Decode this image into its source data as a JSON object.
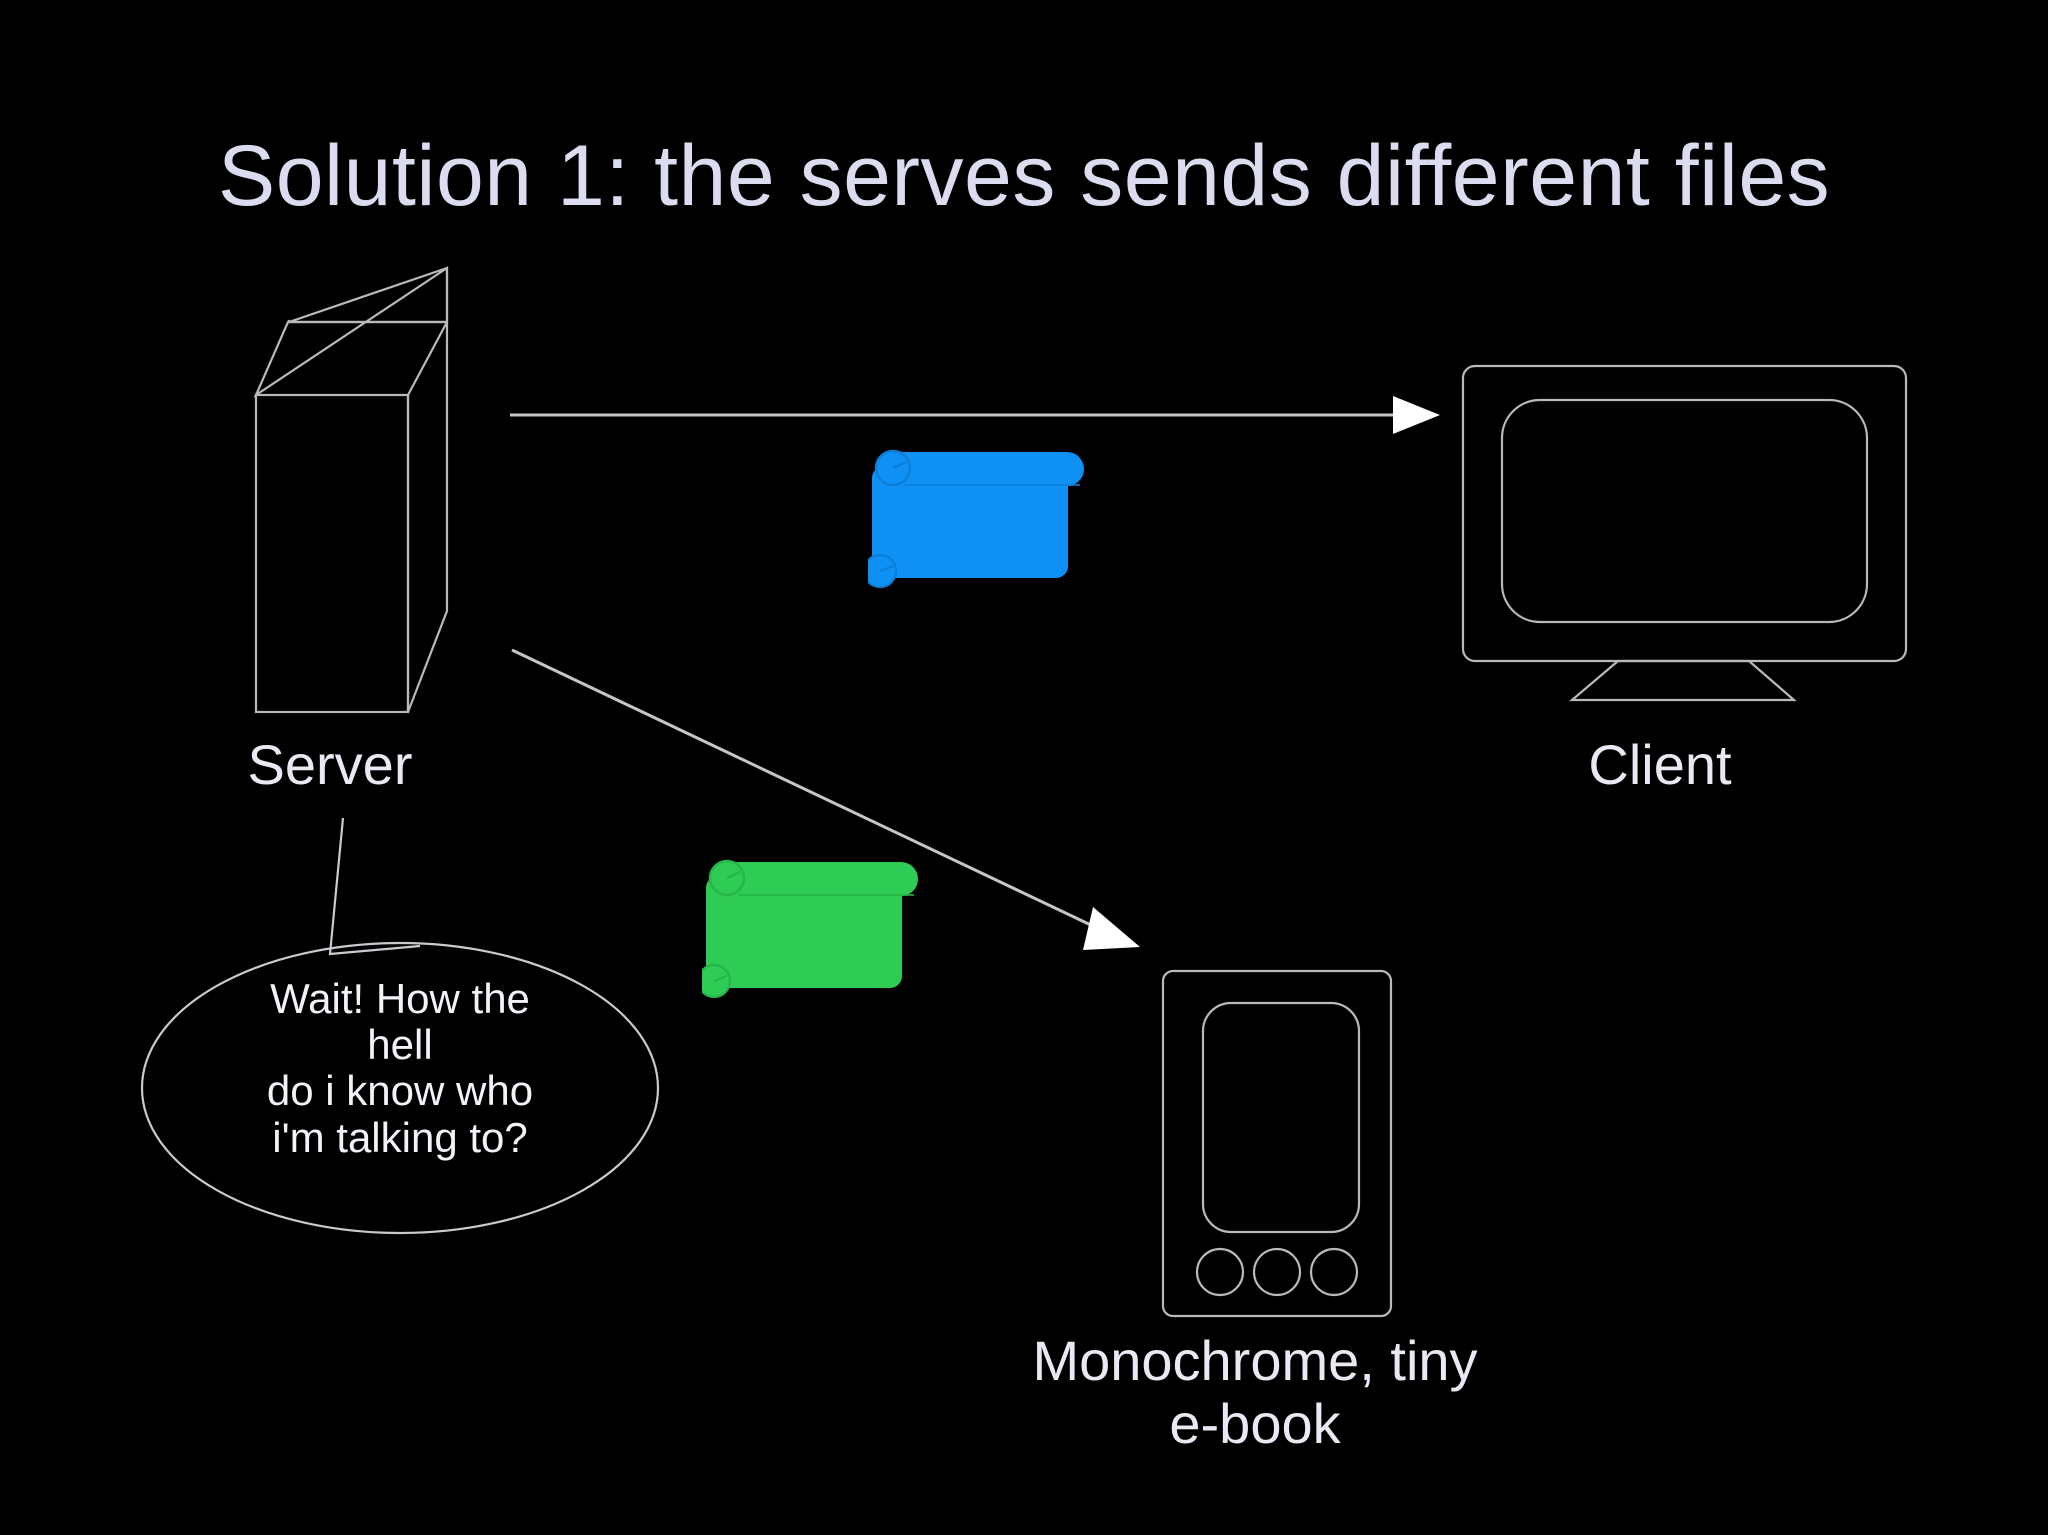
{
  "slide": {
    "background_color": "#000000",
    "title": "Solution 1: the serves sends different files"
  },
  "nodes": {
    "server": {
      "label": "Server",
      "icon": "server-tower-icon"
    },
    "client": {
      "label": "Client",
      "icon": "desktop-monitor-icon"
    },
    "ebook": {
      "label": "Monochrome, tiny\ne-book",
      "icon": "ebook-reader-icon"
    }
  },
  "files": {
    "blue": {
      "name": "blue-scroll-file",
      "color": "#0e90f5",
      "edge_color": "#0b7fd8"
    },
    "green": {
      "name": "green-scroll-file",
      "color": "#2ecc54",
      "edge_color": "#27b449"
    }
  },
  "arrows": {
    "server_to_client": {
      "name": "arrow-server-to-client",
      "color": "#c6c6ca"
    },
    "server_to_ebook": {
      "name": "arrow-server-to-ebook",
      "color": "#c6c6ca"
    }
  },
  "speech_bubble": {
    "text": "Wait! How the\nhell\ndo i know who\ni'm talking to?",
    "stroke_color": "#c9c9cf"
  },
  "colors": {
    "title_text": "#dcdcf0",
    "body_text": "#e9e9f4",
    "line_art": "#b9b9bd",
    "accent_blue": "#0e90f5",
    "accent_green": "#2ecc54"
  }
}
